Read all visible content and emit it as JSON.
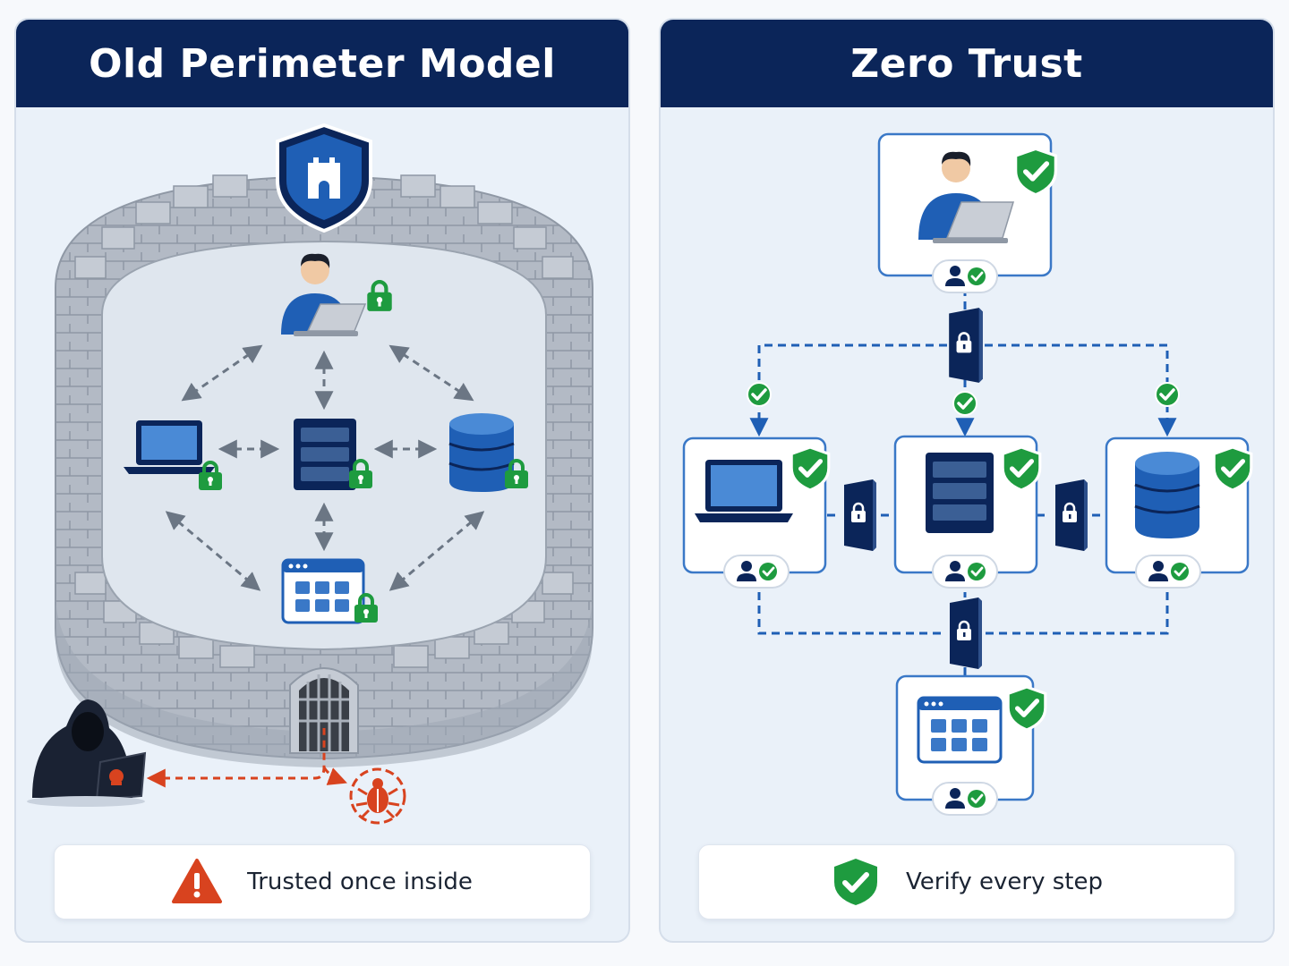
{
  "left": {
    "title": "Old Perimeter Model",
    "footer_label": "Trusted once inside",
    "footer_icon": "warning-icon"
  },
  "right": {
    "title": "Zero Trust",
    "footer_label": "Verify every step",
    "footer_icon": "shield-check-icon"
  },
  "colors": {
    "header_bg": "#0b2559",
    "panel_bg": "#eaf1f9",
    "accent_blue": "#1f5fb5",
    "lock_green": "#1e9b3f",
    "threat_red": "#d8431f",
    "wall_gray": "#a9b1bd"
  },
  "icons": {
    "perimeter_nodes": [
      "user-laptop-icon",
      "laptop-icon",
      "server-icon",
      "database-icon",
      "app-window-icon"
    ],
    "threats": [
      "hacker-icon",
      "bug-icon"
    ],
    "gate": "portcullis-icon",
    "castle_shield": "castle-shield-icon",
    "zero_trust_gateway": "door-lock-icon",
    "identity_check": "user-check-icon"
  }
}
